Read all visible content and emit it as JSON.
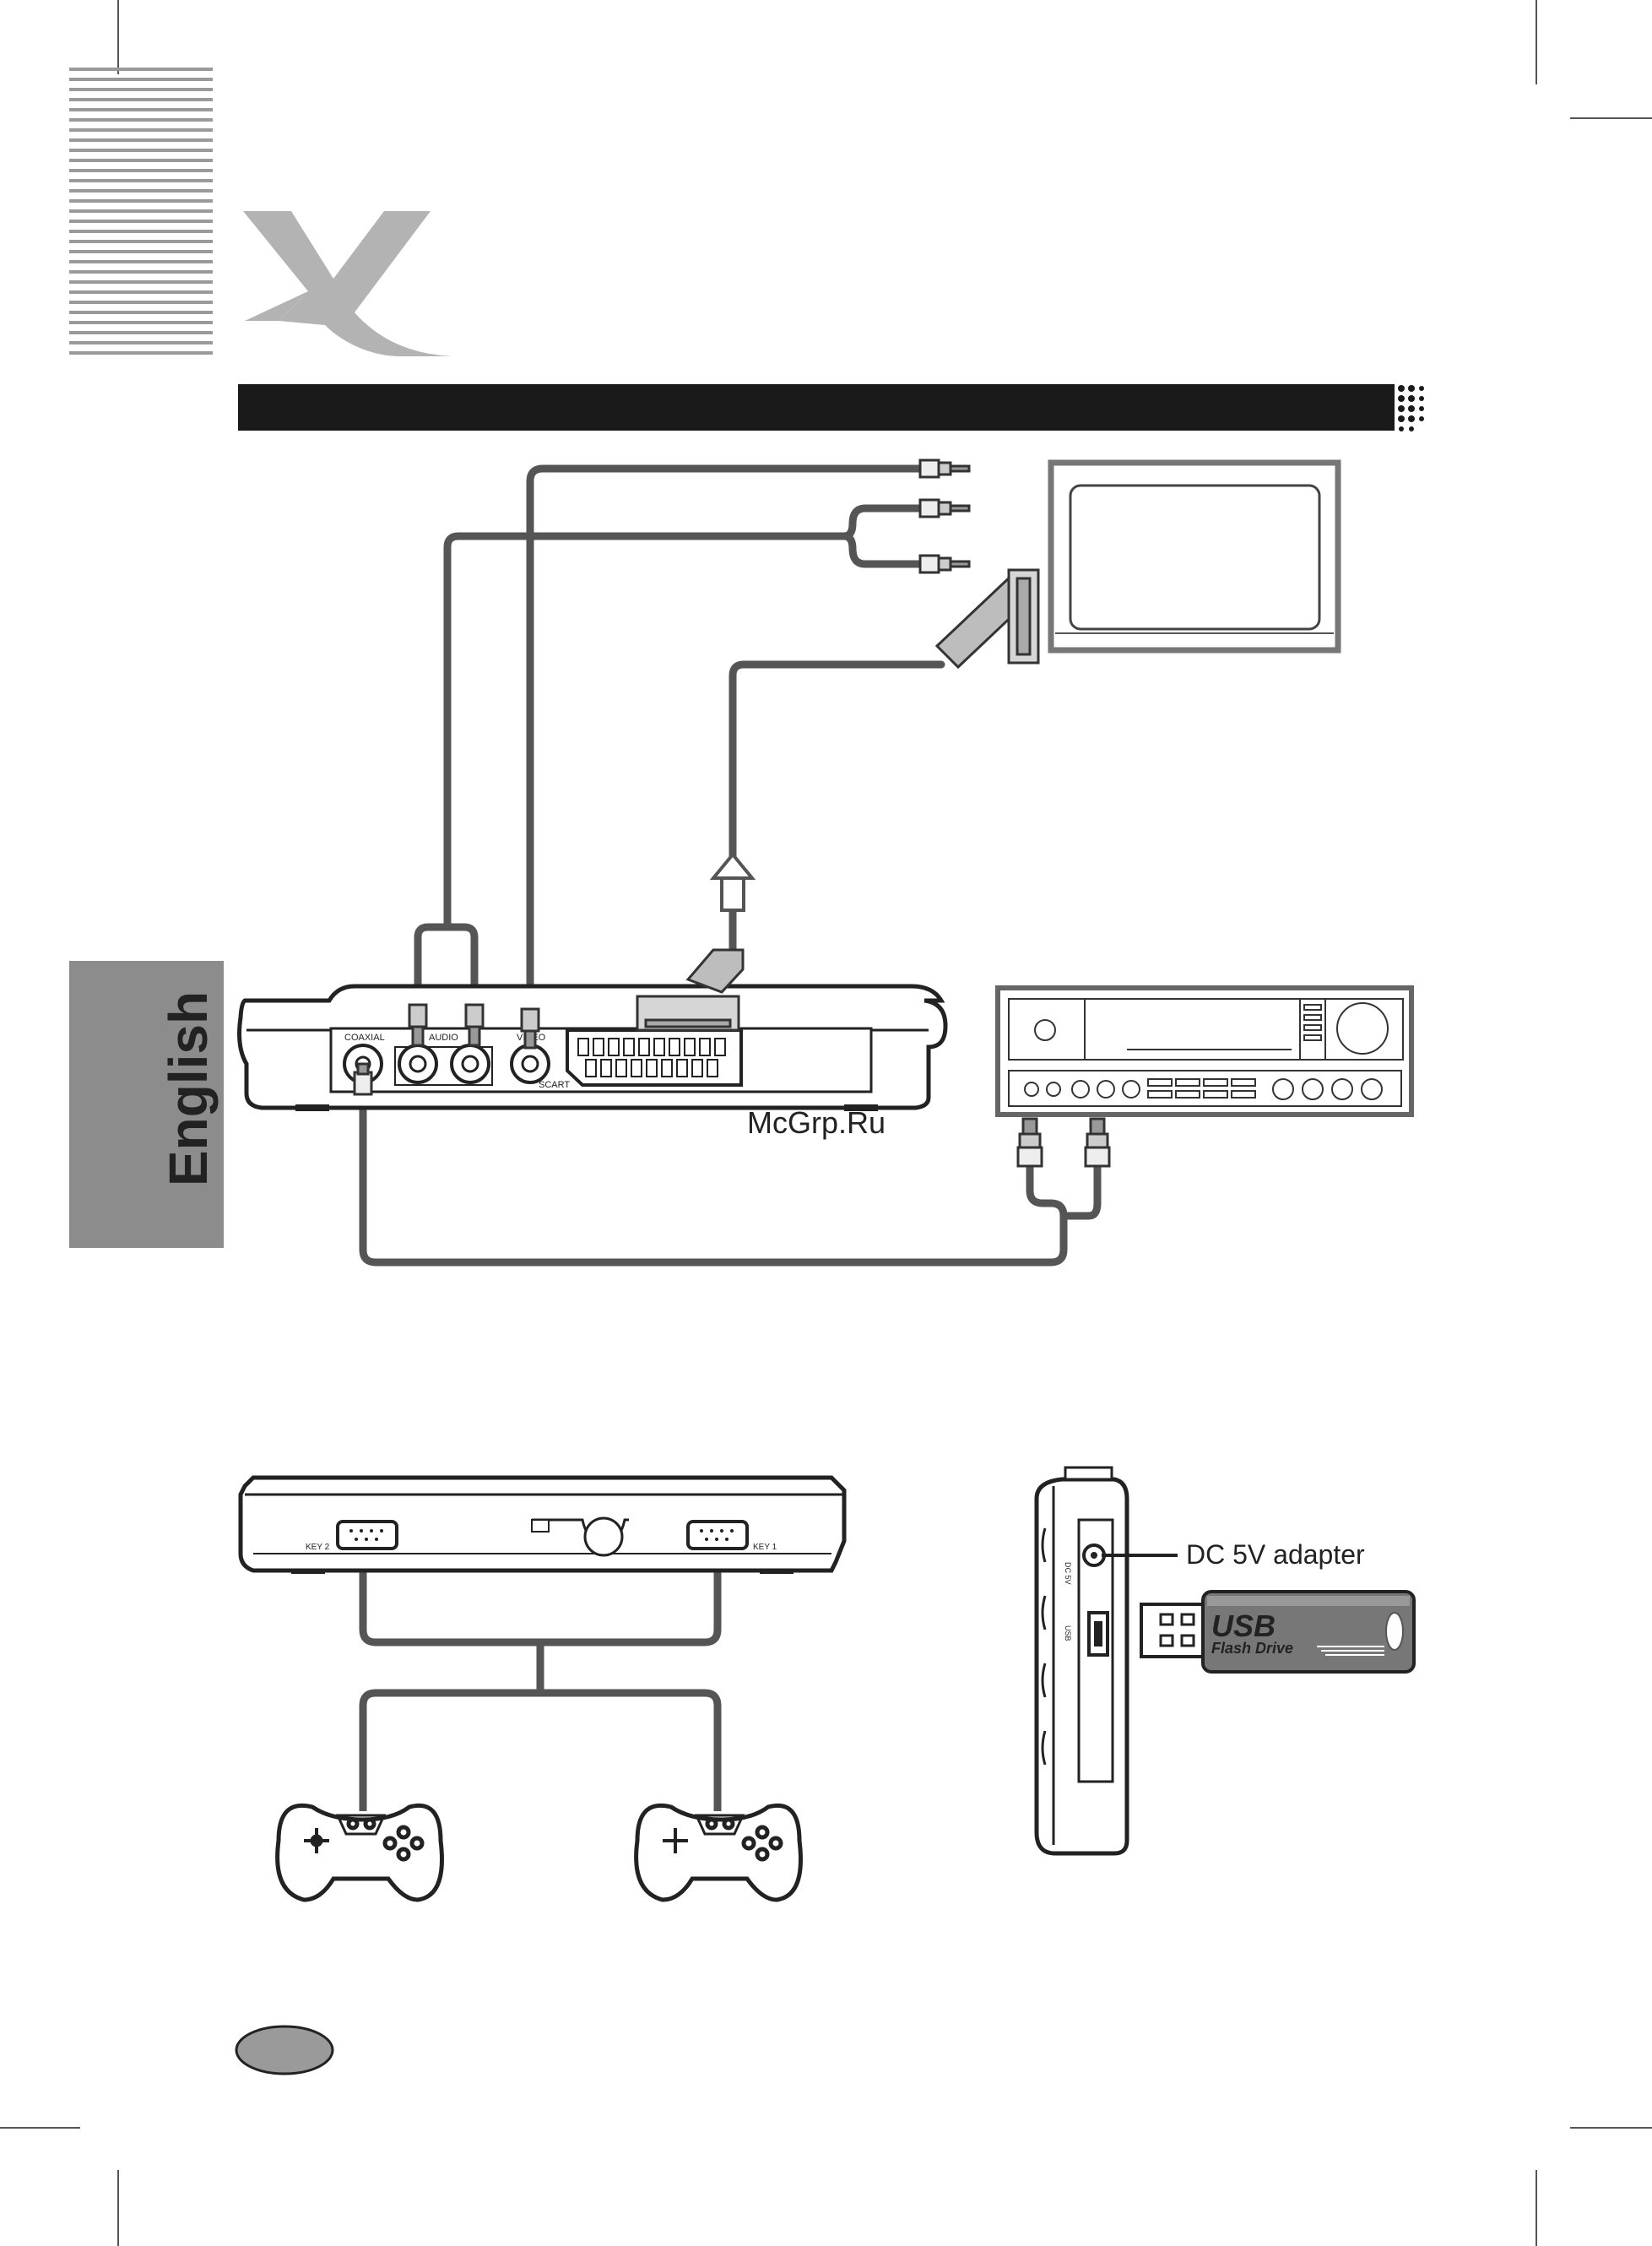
{
  "brand": {
    "logo_letter": "X",
    "accent": "#b3b3b3"
  },
  "side_tab": {
    "label": "English",
    "color": "#8c8c8c"
  },
  "watermark": {
    "text": "McGrp.Ru",
    "color": "#e01e1e"
  },
  "console_rear_ports": {
    "coaxial": "COAXIAL",
    "audio": "AUDIO",
    "video": "VIDEO",
    "scart": "SCART"
  },
  "console_front_ports": {
    "key2": "KEY 2",
    "key1": "KEY 1"
  },
  "side_view": {
    "dc_port": "DC 5V",
    "usb_port": "USB",
    "adapter_label": "DC 5V adapter"
  },
  "usb_stick": {
    "title": "USB",
    "subtitle": "Flash Drive"
  },
  "icons": [
    "tv-icon",
    "scart-plug-icon",
    "rca-plug-icon",
    "amplifier-icon",
    "gamepad-icon",
    "usb-flash-drive-icon",
    "console-icon"
  ]
}
